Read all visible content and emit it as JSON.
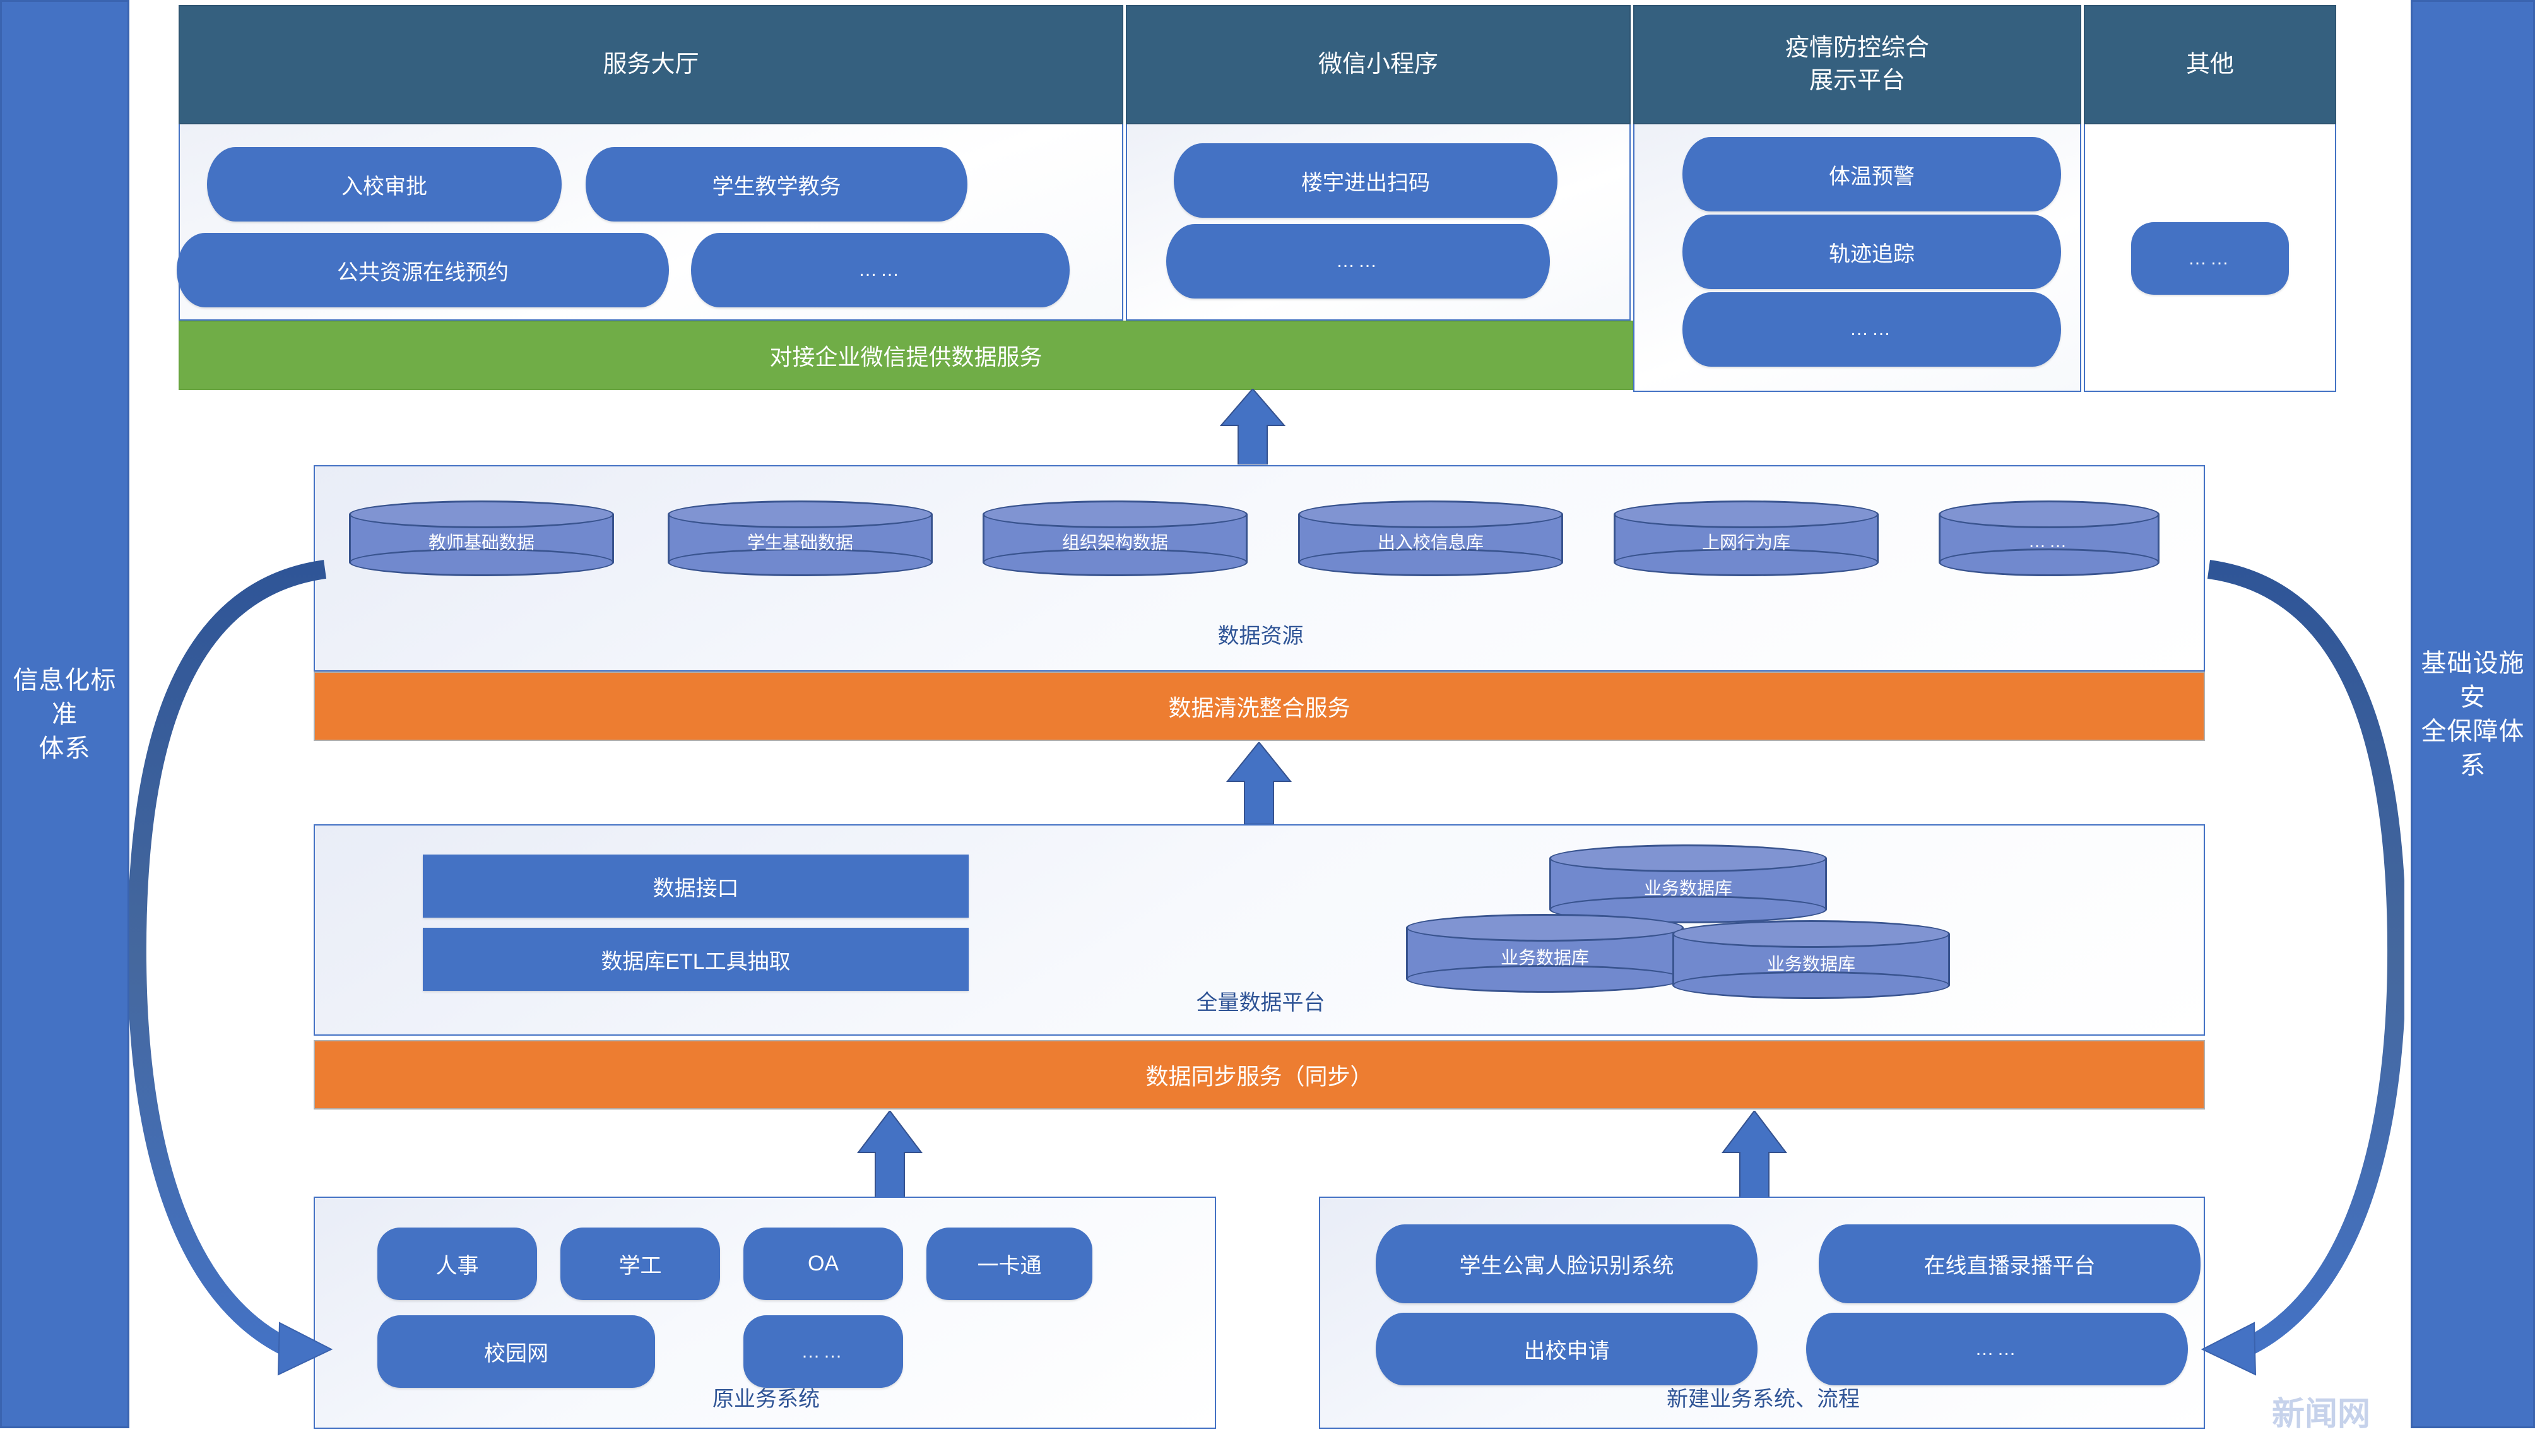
{
  "sidebars": {
    "left": {
      "label": "信息化标准\n体系",
      "line1": "信息化标准",
      "line2": "体系"
    },
    "right": {
      "label": "基础设施安\n全保障体系",
      "line1": "基础设施安",
      "line2": "全保障体系"
    }
  },
  "channels": [
    {
      "title": "服务大厅",
      "items": [
        "入校审批",
        "学生教学教务",
        "公共资源在线预约",
        "……"
      ]
    },
    {
      "title": "微信小程序",
      "items": [
        "楼宇进出扫码",
        "……"
      ]
    },
    {
      "title": "疫情防控综合\n展示平台",
      "title_line1": "疫情防控综合",
      "title_line2": "展示平台",
      "items": [
        "体温预警",
        "轨迹追踪",
        "……"
      ]
    },
    {
      "title": "其他",
      "items": [
        "……"
      ]
    }
  ],
  "green_service_bar": {
    "label": "对接企业微信提供数据服务"
  },
  "data_resource": {
    "panel_label": "数据资源",
    "databases": [
      "教师基础数据",
      "学生基础数据",
      "组织架构数据",
      "出入校信息库",
      "上网行为库",
      "……"
    ]
  },
  "clean_service_bar": {
    "label": "数据清洗整合服务"
  },
  "full_data_platform": {
    "panel_label": "全量数据平台",
    "left_boxes": [
      "数据接口",
      "数据库ETL工具抽取"
    ],
    "business_dbs": [
      "业务数据库",
      "业务数据库",
      "业务数据库"
    ]
  },
  "sync_service_bar": {
    "label": "数据同步服务（同步）"
  },
  "source_systems": {
    "panel_label": "原业务系统",
    "items": [
      "人事",
      "学工",
      "OA",
      "一卡通",
      "校园网",
      "……"
    ]
  },
  "new_systems": {
    "panel_label": "新建业务系统、流程",
    "items": [
      "学生公寓人脸识别系统",
      "在线直播录播平台",
      "出校申请",
      "……"
    ]
  },
  "watermark": {
    "text": "新闻网"
  },
  "colors": {
    "header_blue": "#35607f",
    "pill_blue": "#4472c4",
    "green": "#70ad47",
    "orange": "#ed7d31",
    "cylinder": "#7189ce",
    "panel_border": "#4472c4",
    "panel_label": "#2f5496"
  }
}
